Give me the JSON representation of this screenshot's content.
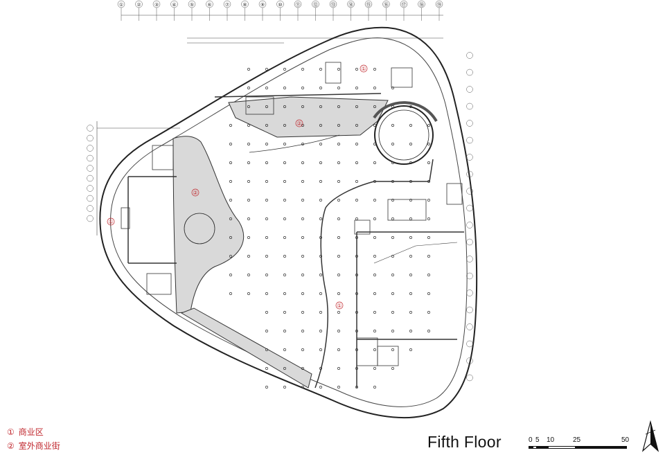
{
  "title": "Fifth Floor",
  "legend": [
    {
      "marker": "①",
      "text": "商业区"
    },
    {
      "marker": "②",
      "text": "室外商业街"
    }
  ],
  "zone_markers": [
    "①",
    "②",
    "②",
    "①",
    "①"
  ],
  "scale_bar": {
    "labels": [
      "0",
      "5",
      "10",
      "25",
      "50"
    ]
  },
  "grid_top_labels": [
    "①",
    "②",
    "③",
    "④",
    "⑤",
    "⑥",
    "⑦",
    "⑧",
    "⑨",
    "⑩",
    "⑪",
    "⑫",
    "⑬",
    "⑭",
    "⑮",
    "⑯",
    "⑰",
    "⑱",
    "⑲"
  ],
  "colors": {
    "legend": "#c0272d",
    "linework": "#222222",
    "shaded": "#d9d9d9"
  }
}
